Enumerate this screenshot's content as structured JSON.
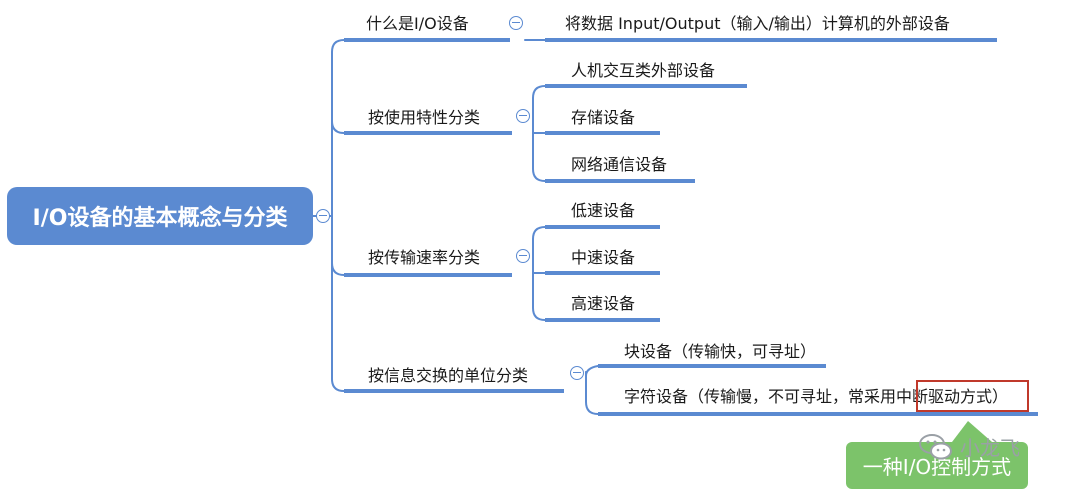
{
  "root": {
    "label": "I/O设备的基本概念与分类"
  },
  "branches": [
    {
      "label": "什么是I/O设备",
      "children": [
        "将数据 Input/Output（输入/输出）计算机的外部设备"
      ]
    },
    {
      "label": "按使用特性分类",
      "children": [
        "人机交互类外部设备",
        "存储设备",
        "网络通信设备"
      ]
    },
    {
      "label": "按传输速率分类",
      "children": [
        "低速设备",
        "中速设备",
        "高速设备"
      ]
    },
    {
      "label": "按信息交换的单位分类",
      "children": [
        "块设备（传输快，可寻址）",
        "字符设备（传输慢，不可寻址，常采用中断驱动方式）"
      ]
    }
  ],
  "callout": {
    "label": "一种I/O控制方式"
  },
  "watermark": {
    "text": "小龙飞",
    "icon": "wechat-icon"
  },
  "colors": {
    "node_fill": "#5b8ad1",
    "connector": "#5b8ad1",
    "highlight_box": "#c0392b",
    "callout_fill": "#7cc36a"
  }
}
